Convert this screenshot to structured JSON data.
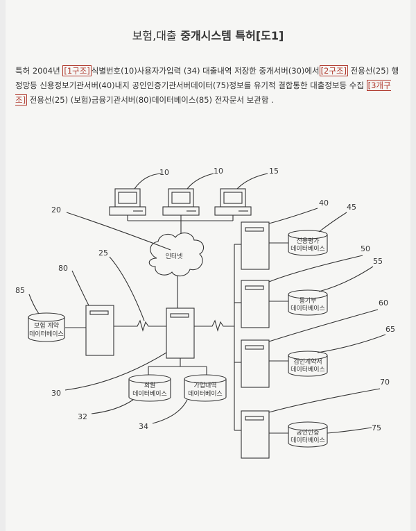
{
  "title": {
    "prefix": "보험,대출",
    "main": "중개시스템 특허[도1]"
  },
  "paragraph": {
    "t1": "특허 2004년 ",
    "tag1": "[1구조]",
    "t2": "식별번호(10)사용자가입력 (34) 대출내역 저장한 중개서버(30)에서",
    "tag2": "[2구조]",
    "t3": "전용선(25) 행정망등 신용정보기관서버(40)내지 공인인증기관서버데이터(75)정보를 유기적 결합통한 대출정보등 수집 ",
    "tag3": "[3개구조]",
    "t4": " 전용선(25) (보험)금융기관서버(80)데이터베이스(85) 전자문서 보관함 ."
  },
  "diagram": {
    "internet_label": "인터넷",
    "databases": {
      "insurance_db": [
        "보험 계약",
        "데이터베이스"
      ],
      "member_db": [
        "회원",
        "데이터베이스"
      ],
      "signup_db": [
        "가입내역",
        "데이터베이스"
      ],
      "credit_db": [
        "신용평가",
        "데이터베이스"
      ],
      "registry_db": [
        "등기부",
        "데이터베이스"
      ],
      "mortgage_db": [
        "검인계약서",
        "데이터베이스"
      ],
      "cert_db": [
        "공인인증",
        "데이터베이스"
      ]
    },
    "refs": {
      "term1": "10",
      "term2": "10",
      "term3": "15",
      "internet": "20",
      "line": "25",
      "server": "30",
      "member_db": "32",
      "signup_db": "34",
      "credit_server": "40",
      "credit_db": "45",
      "registry_server": "50",
      "registry_db": "55",
      "mortgage_server": "60",
      "mortgage_db": "65",
      "cert_server": "70",
      "cert_db": "75",
      "finance_server": "80",
      "insurance_db": "85"
    }
  }
}
